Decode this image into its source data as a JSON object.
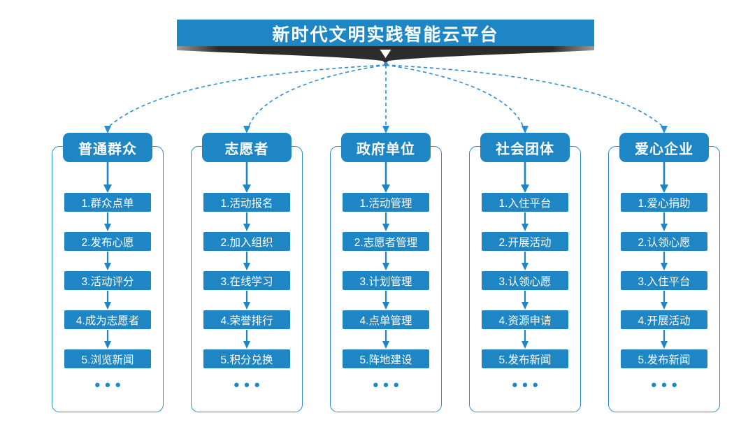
{
  "title": "新时代文明实践智能云平台",
  "ellipsis": "•••",
  "colors": {
    "primary_blue": "#1e86c5",
    "line_blue": "#2a8dcd",
    "ribbon_dark": "#2c2c2c",
    "text_white": "#ffffff",
    "background": "#ffffff"
  },
  "icons": {
    "ribbon_chevron": "down-chevron",
    "flow_arrow": "down-arrow",
    "connector_style": "dashed-curve"
  },
  "columns": [
    {
      "header": "普通群众",
      "steps": [
        "1.群众点单",
        "2.发布心愿",
        "3.活动评分",
        "4.成为志愿者",
        "5.浏览新闻"
      ]
    },
    {
      "header": "志愿者",
      "steps": [
        "1.活动报名",
        "2.加入组织",
        "3.在线学习",
        "4.荣誉排行",
        "5.积分兑换"
      ]
    },
    {
      "header": "政府单位",
      "steps": [
        "1.活动管理",
        "2.志愿者管理",
        "3.计划管理",
        "4.点单管理",
        "5.阵地建设"
      ]
    },
    {
      "header": "社会团体",
      "steps": [
        "1.入住平台",
        "2.开展活动",
        "3.认领心愿",
        "4.资源申请",
        "5.发布新闻"
      ]
    },
    {
      "header": "爱心企业",
      "steps": [
        "1.爱心捐助",
        "2.认领心愿",
        "3.入住平台",
        "4.开展活动",
        "5.发布新闻"
      ]
    }
  ]
}
